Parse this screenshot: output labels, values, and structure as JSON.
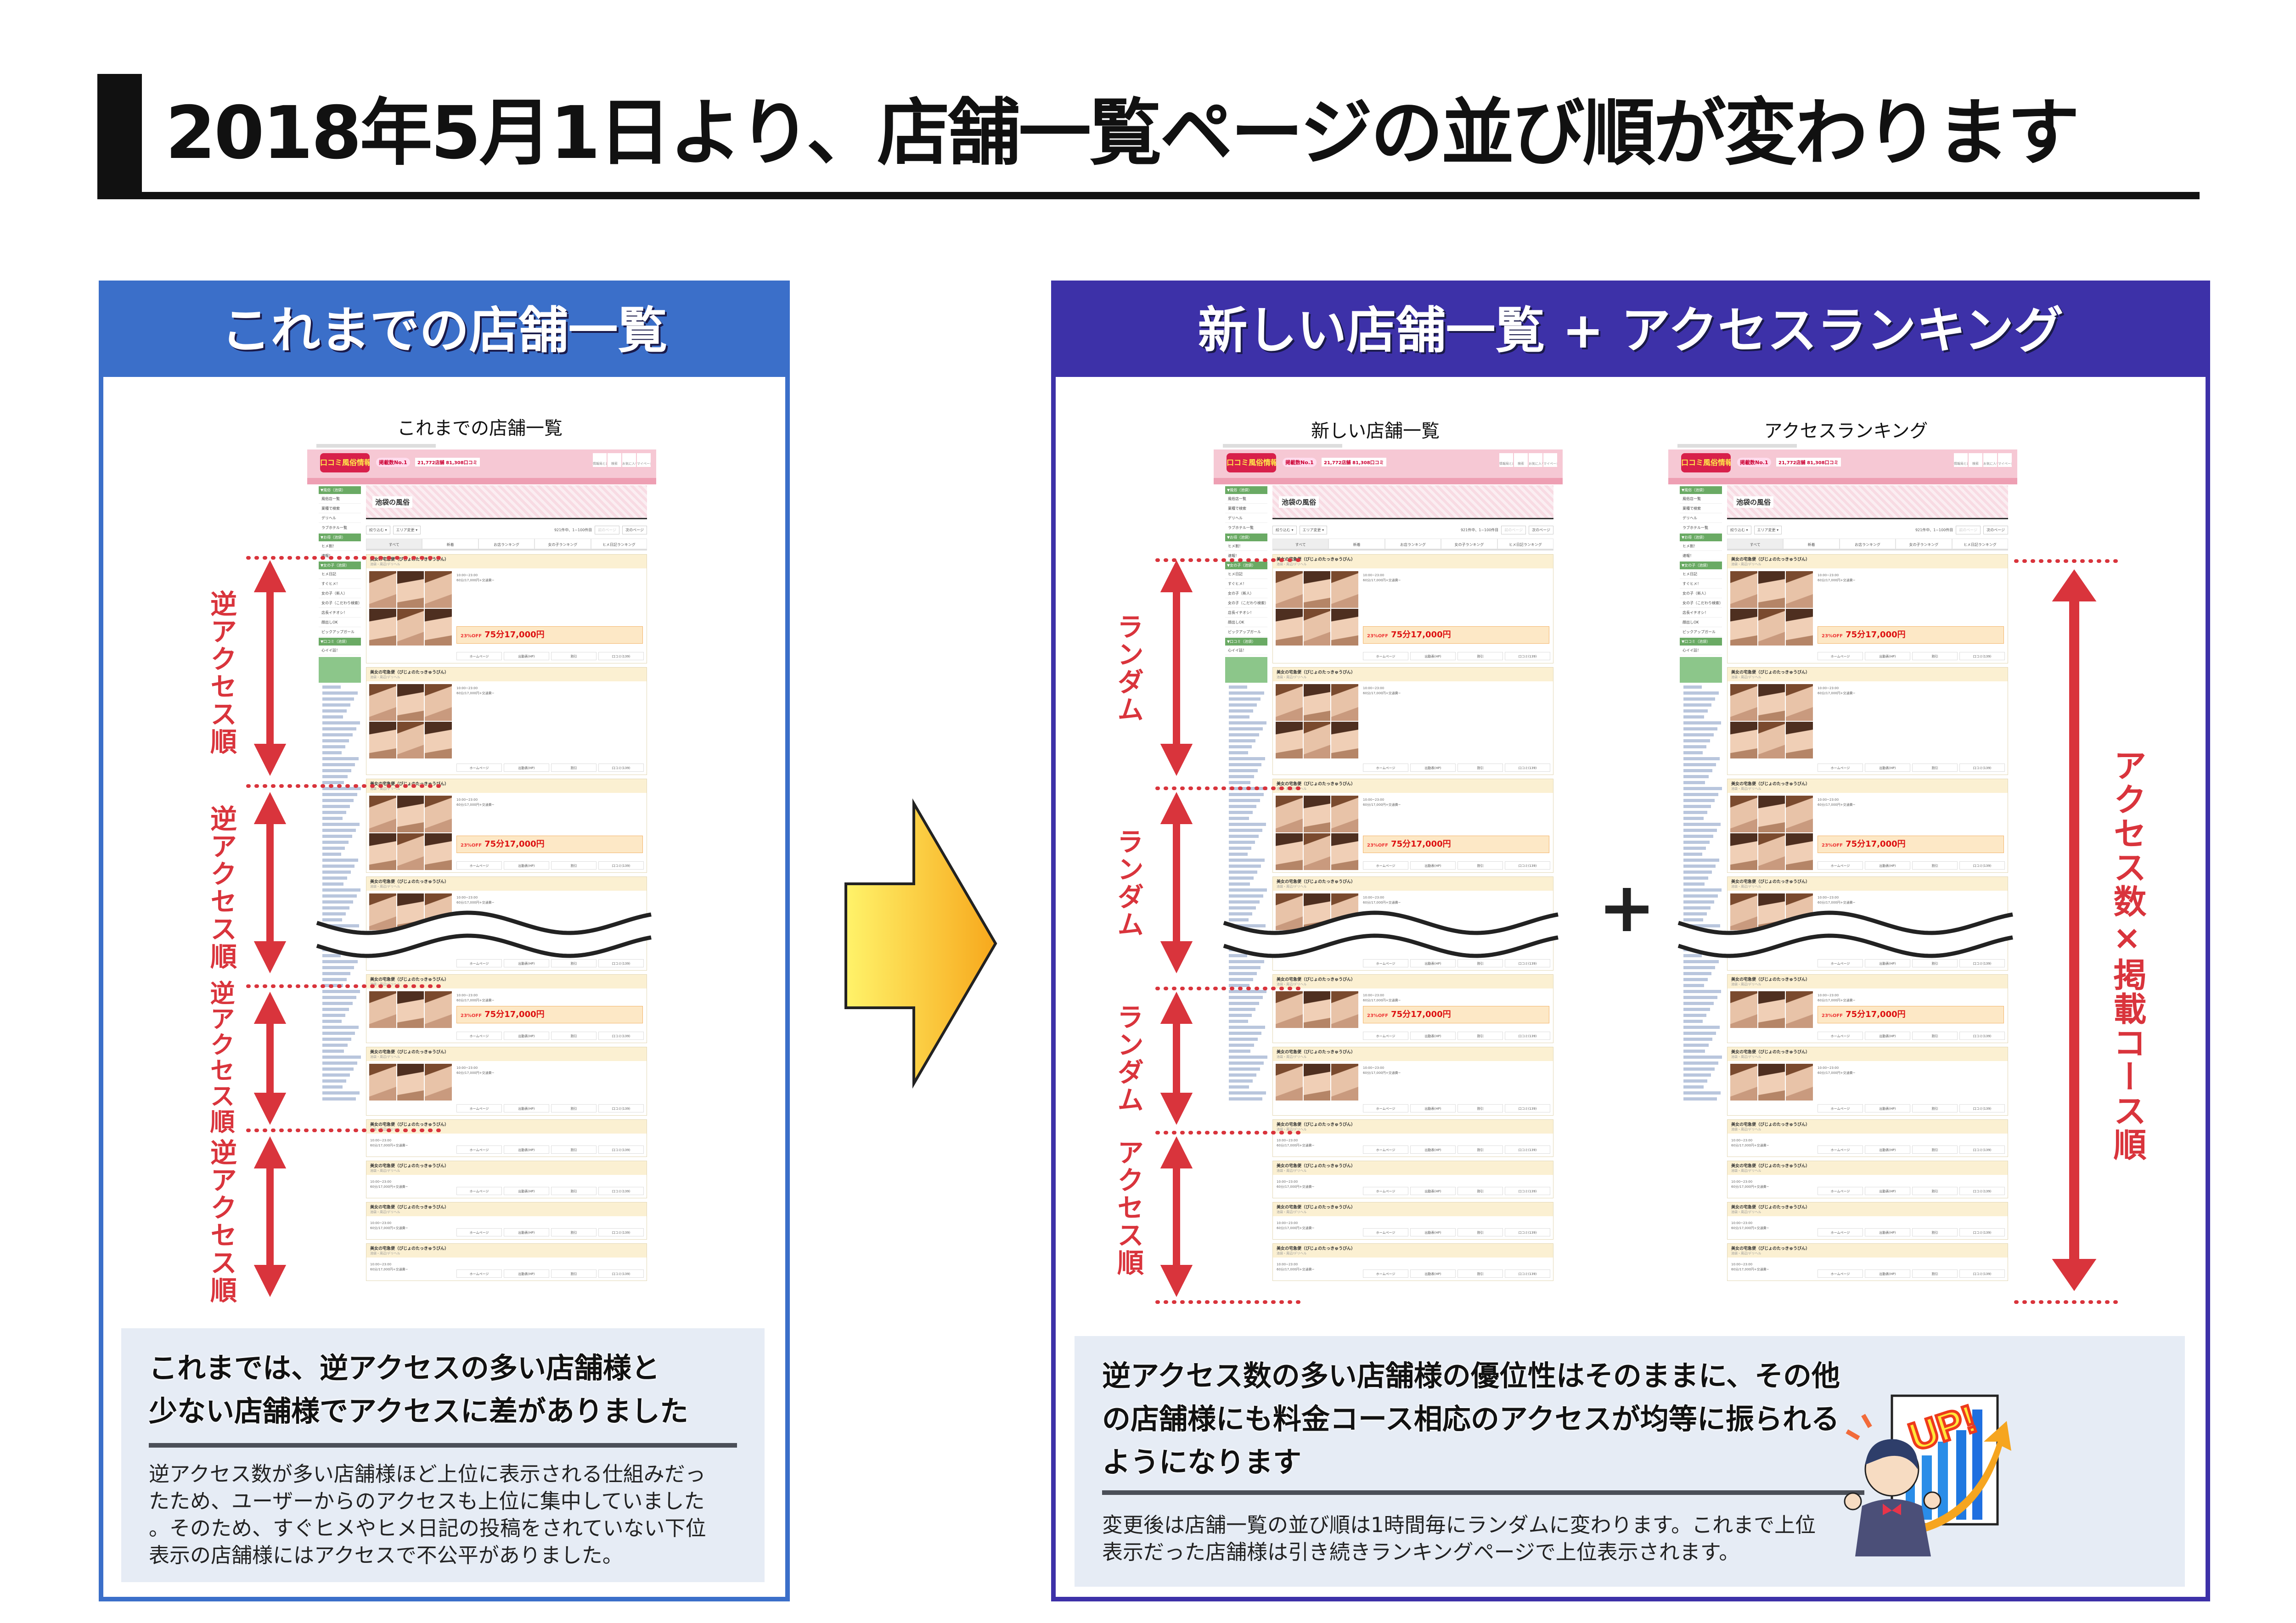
{
  "title": "2018年5月1日より、店舗一覧ページの並び順が変わります",
  "left": {
    "header": "これまでの店舗一覧",
    "caption": "これまでの店舗一覧",
    "labels": [
      "逆アクセス順",
      "逆アクセス順",
      "逆アクセス順",
      "逆アクセス順"
    ],
    "summary": {
      "heading": [
        "これまでは、逆アクセスの多い店舗様と",
        "少ない店舗様でアクセスに差がありました"
      ],
      "body": [
        "逆アクセス数が多い店舗様ほど上位に表示される仕組みだっ",
        "たため、ユーザーからのアクセスも上位に集中していました",
        "。そのため、すぐヒメやヒメ日記の投稿をされていない下位",
        "表示の店舗様にはアクセスで不公平がありました。"
      ]
    }
  },
  "right": {
    "header": "新しい店舗一覧 + アクセスランキング",
    "caption_new": "新しい店舗一覧",
    "caption_ranking": "アクセスランキング",
    "plus": "+",
    "labels": [
      "ランダム",
      "ランダム",
      "ランダム",
      "アクセス順"
    ],
    "ranking_label": "アクセス数×掲載コース順",
    "summary": {
      "heading": [
        "逆アクセス数の多い店舗様の優位性はそのままに、その他",
        "の店舗様にも料金コース相応のアクセスが均等に振られる",
        "ようになります"
      ],
      "body": [
        "変更後は店舗一覧の並び順は1時間毎にランダムに変わります。これまで上位",
        "表示だった店舗様は引き続きランキングページで上位表示されます。"
      ],
      "illustration_text": "UP!"
    }
  },
  "site": {
    "logo": "口コミ風俗情報局",
    "no1": "掲載数No.1",
    "count": "21,772店舗 81,308口コミ",
    "nav": [
      "情報局とは",
      "検索",
      "お気に入り",
      "マイページ"
    ],
    "sidebar": [
      {
        "h": "▼風俗（池袋）"
      },
      {
        "i": "風俗店一覧"
      },
      {
        "i": "業種で検索"
      },
      {
        "i": "デリヘル"
      },
      {
        "i": "ラブホテル一覧"
      },
      {
        "h": "▼お得（池袋）"
      },
      {
        "i": "ヒメ割！"
      },
      {
        "i": "速報！"
      },
      {
        "h": "▼女の子（池袋）"
      },
      {
        "i": "ヒメ日記"
      },
      {
        "i": "すぐヒメ！"
      },
      {
        "i": "女の子（新人）"
      },
      {
        "i": "女の子（こだわり検索）"
      },
      {
        "i": "店長イチオシ！"
      },
      {
        "i": "顔出しOK"
      },
      {
        "i": "ピックアップガール"
      },
      {
        "h": "▼口コミ（池袋）"
      },
      {
        "i": "心イイ話！"
      }
    ],
    "area": "池袋の風俗",
    "filter": "絞り込む ▾",
    "area_change": "エリア変更 ▾",
    "result_count": "921件中、1~100件目",
    "prev": "前のページ",
    "next": "次のページ",
    "tabs": [
      "すべて",
      "新着",
      "お店ランキング",
      "女の子ランキング",
      "ヒメ日記ランキング"
    ],
    "card": {
      "name": "美女の宅急便（びじょのたっきゅうびん）",
      "sub": "池袋・周辺/デリヘル",
      "hours": "10:00~23:00",
      "fee": "60分/17,000円+交通費~",
      "discount": "23%OFF",
      "deal": "75分17,000円",
      "buttons": [
        "ホームページ",
        "出勤表(HP)",
        "割引",
        "口コミ(139)"
      ]
    }
  },
  "colors": {
    "left_accent": "#3b6fc9",
    "right_accent": "#3d31a8",
    "arrow_red": "#d9343c",
    "arrow_yellow": "#ffd23a"
  }
}
